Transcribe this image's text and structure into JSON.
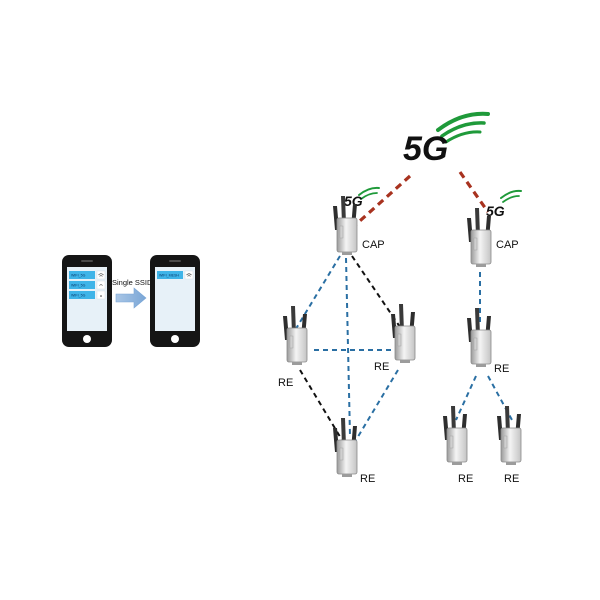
{
  "phones": {
    "arrow_label": "Single SSID",
    "left_ssids": [
      "WIFI_5G",
      "WIFI_5G",
      "WIFI_5G"
    ],
    "right_ssids": [
      "WIFI_MESH"
    ]
  },
  "logos": {
    "main": "5G",
    "small_left": "5G",
    "small_right": "5G"
  },
  "nodes": {
    "left_cap": "CAP",
    "left_re_left": "RE",
    "left_re_right": "RE",
    "left_re_bottom": "RE",
    "right_cap": "CAP",
    "right_re_mid": "RE",
    "right_re_bl": "RE",
    "right_re_br": "RE"
  },
  "colors": {
    "uplink": "#a8321f",
    "mesh_blue": "#2a6fa3",
    "mesh_black": "#111111",
    "signal_green": "#1f9a3a",
    "ssid_box": "#3fb4e8",
    "arrow": "#8fb4dc"
  }
}
